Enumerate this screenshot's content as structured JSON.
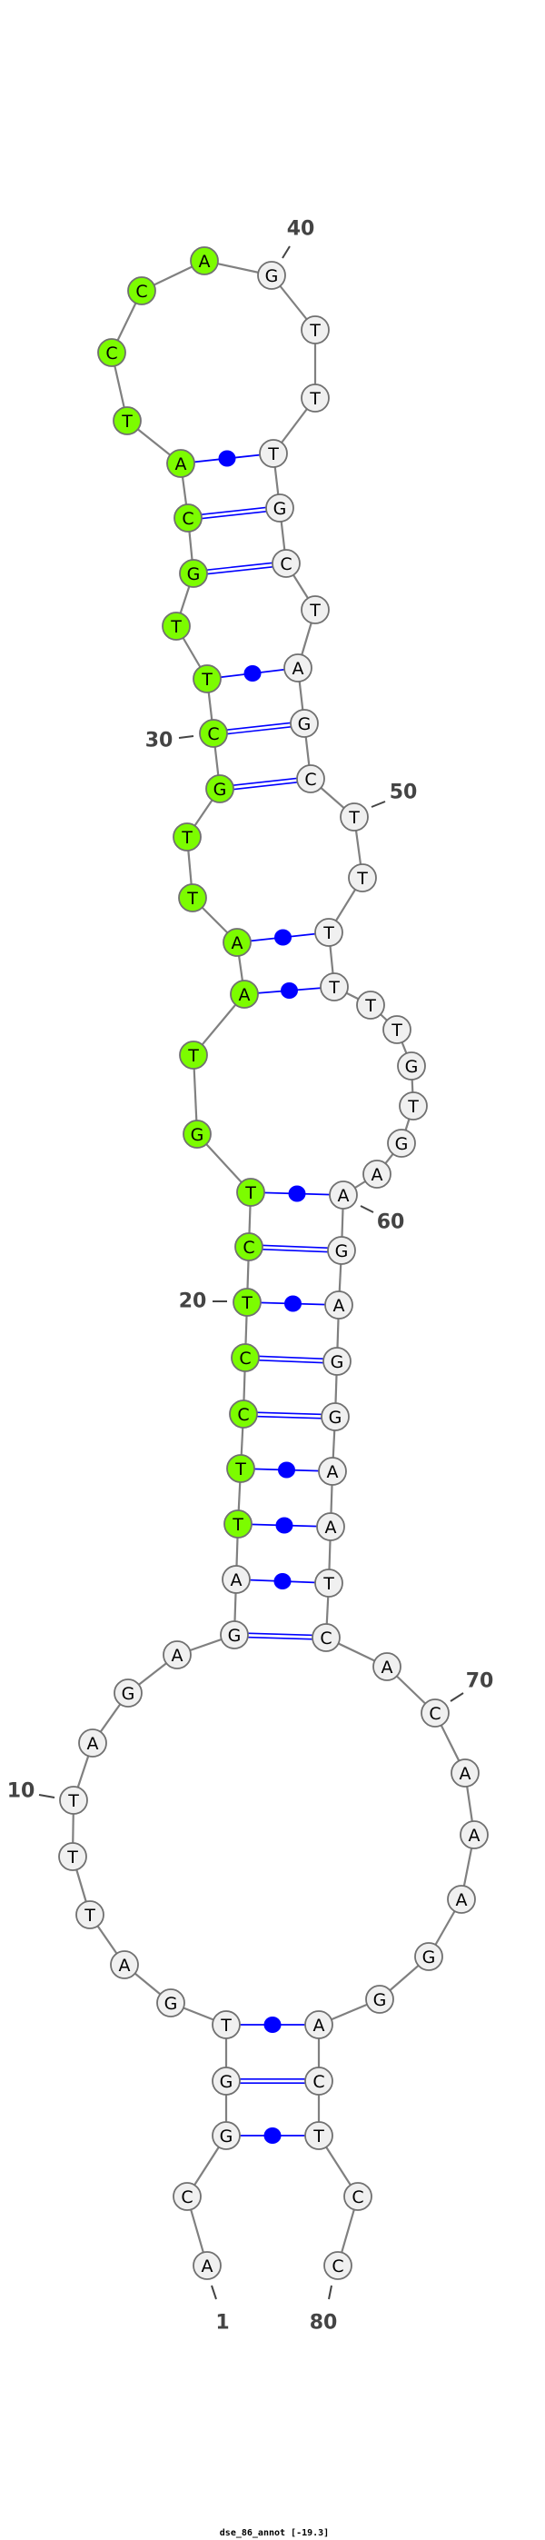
{
  "title": "dse_86_annot [-19.3]",
  "colors": {
    "highlight": "#7cfc00",
    "default": "#f0f0f0",
    "pair": "#0000ff",
    "backbone": "#808080",
    "outline": "#707070"
  },
  "sequence": "ACGGTGATTTAGAGATTCCTCTGTAATTGCTTGCATCCAGTTTGCTAGCTTTTTTGTGAAGAGGAATCACAAAGGACTCC",
  "highlighted_range": [
    16,
    39
  ],
  "pairs": [
    [
      3,
      78
    ],
    [
      4,
      77
    ],
    [
      5,
      76
    ],
    [
      14,
      68
    ],
    [
      15,
      67
    ],
    [
      16,
      66
    ],
    [
      17,
      65
    ],
    [
      18,
      64
    ],
    [
      19,
      63
    ],
    [
      20,
      62
    ],
    [
      21,
      61
    ],
    [
      22,
      60
    ],
    [
      25,
      53
    ],
    [
      26,
      52
    ],
    [
      29,
      49
    ],
    [
      30,
      48
    ],
    [
      31,
      47
    ],
    [
      33,
      45
    ],
    [
      34,
      44
    ],
    [
      35,
      43
    ]
  ],
  "position_labels": [
    {
      "index": 1,
      "text": "1"
    },
    {
      "index": 10,
      "text": "10"
    },
    {
      "index": 20,
      "text": "20"
    },
    {
      "index": 30,
      "text": "30"
    },
    {
      "index": 40,
      "text": "40"
    },
    {
      "index": 50,
      "text": "50"
    },
    {
      "index": 60,
      "text": "60"
    },
    {
      "index": 70,
      "text": "70"
    },
    {
      "index": 80,
      "text": "80"
    }
  ]
}
